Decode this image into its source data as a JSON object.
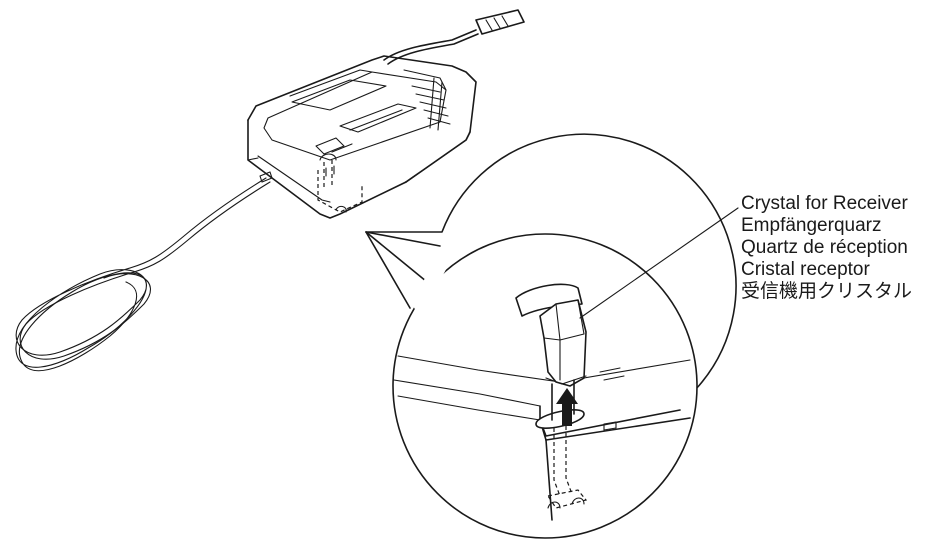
{
  "callout": {
    "labels": [
      "Crystal for Receiver",
      "Empfängerquarz",
      "Quartz de réception",
      "Cristal receptor",
      "受信機用クリスタル"
    ]
  },
  "colors": {
    "line": "#1a1a1a",
    "background": "#ffffff"
  },
  "icons": {
    "arrow": "up-arrow-icon"
  }
}
